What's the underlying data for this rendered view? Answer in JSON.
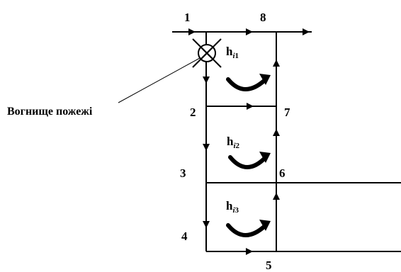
{
  "nodes": {
    "n1": "1",
    "n2": "2",
    "n3": "3",
    "n4": "4",
    "n5": "5",
    "n6": "6",
    "n7": "7",
    "n8": "8"
  },
  "fire_source_label": "Вогнище пожежі",
  "loops": {
    "h1": {
      "main": "h",
      "sub_italic": "i",
      "sub_num": "1"
    },
    "h2": {
      "main": "h",
      "sub_italic": "i",
      "sub_num": "2"
    },
    "h3": {
      "main": "h",
      "sub_italic": "i",
      "sub_num": "3"
    }
  },
  "colors": {
    "stroke": "#000000",
    "background": "#ffffff"
  },
  "icons": {
    "fire_source": "crossed-circle-icon",
    "loop_direction": "curved-arrow-icon"
  }
}
